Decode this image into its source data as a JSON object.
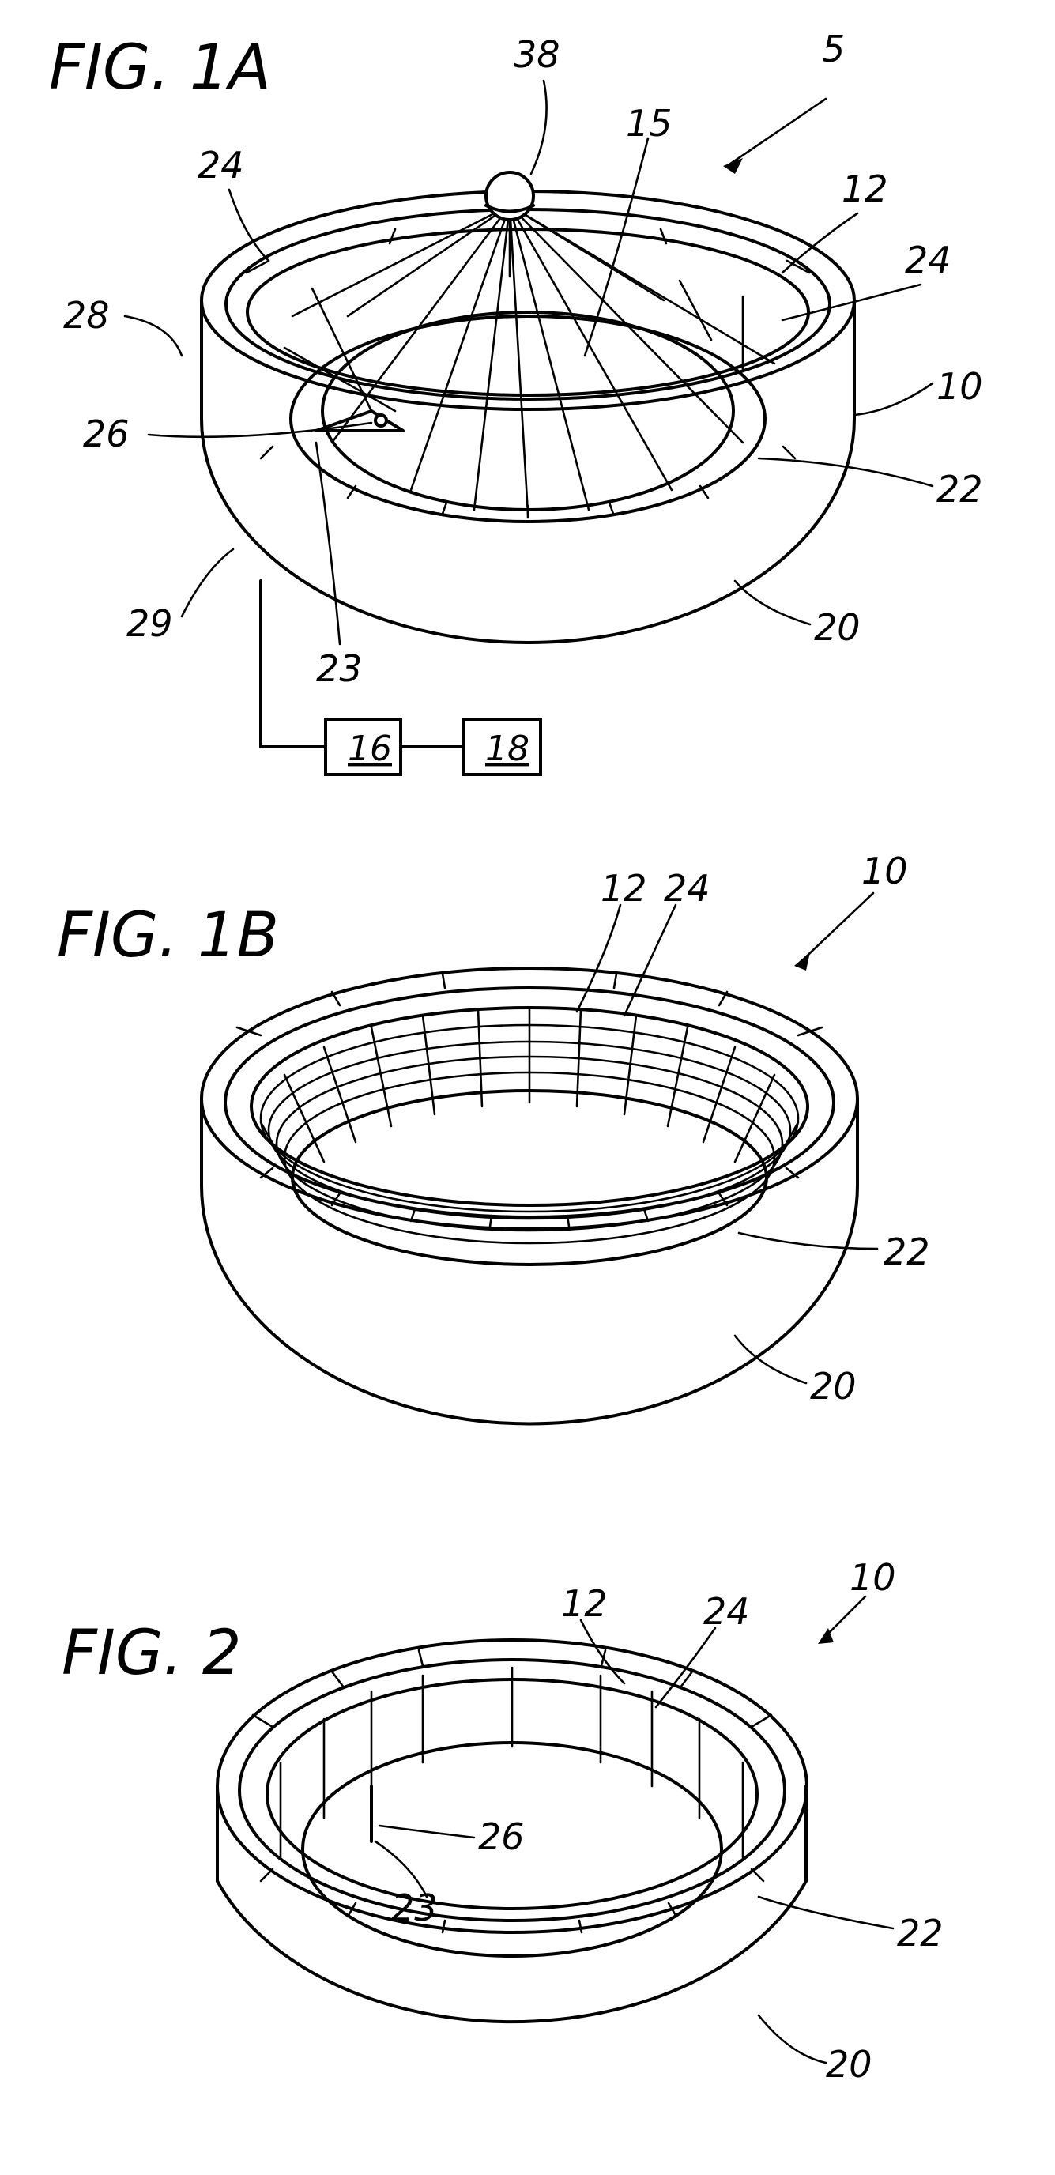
{
  "figures": [
    {
      "title": "FIG. 1A",
      "refs": {
        "r38": "38",
        "r5": "5",
        "r15": "15",
        "r24a": "24",
        "r12": "12",
        "r24b": "24",
        "r28": "28",
        "r10": "10",
        "r26": "26",
        "r22": "22",
        "r29": "29",
        "r20": "20",
        "r23": "23"
      },
      "blocks": [
        "16",
        "18"
      ]
    },
    {
      "title": "FIG. 1B",
      "refs": {
        "r10": "10",
        "r12": "12",
        "r24": "24",
        "r22": "22",
        "r20": "20"
      }
    },
    {
      "title": "FIG. 2",
      "refs": {
        "r10": "10",
        "r12": "12",
        "r24": "24",
        "r26": "26",
        "r23": "23",
        "r22": "22",
        "r20": "20"
      }
    }
  ]
}
